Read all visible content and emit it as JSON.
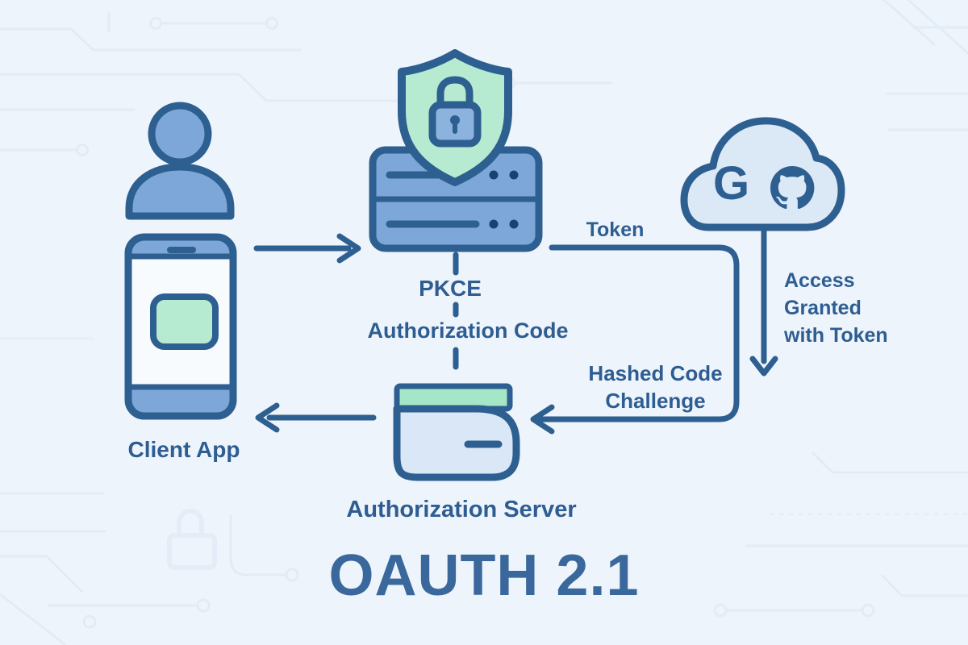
{
  "diagram_title": "OAUTH 2.1",
  "labels": {
    "client_app": "Client App",
    "pkce": "PKCE",
    "authorization_code": "Authorization Code",
    "token": "Token",
    "hashed_code_challenge": {
      "line1": "Hashed Code",
      "line2": "Challenge"
    },
    "access_granted": {
      "line1": "Access",
      "line2": "Granted",
      "line3": "with Token"
    },
    "authorization_server": "Authorization Server",
    "google_logo_letter": "G"
  },
  "icons": {
    "user": "user-icon",
    "client": "smartphone-icon",
    "pkce_badge": "shield-lock-icon",
    "resource": "server-icon",
    "identity_providers": "cloud-icon",
    "google": "google-g-icon",
    "github": "github-octocat-icon",
    "authorization_server": "wallet-card-icon"
  },
  "colors": {
    "background": "#eef4fb",
    "outline": "#2e5f91",
    "node_blue": "#7ca7d8",
    "node_light_blue": "#dbe8f6",
    "shield_green": "#b7ebd1",
    "card_green": "#a5e6c6",
    "screen_white": "#f8fbfe",
    "lock_blue": "#8cb2de",
    "label_text": "#2e5d92",
    "title_text": "#3a689c",
    "circuit_trace": "#d9e5f2"
  }
}
